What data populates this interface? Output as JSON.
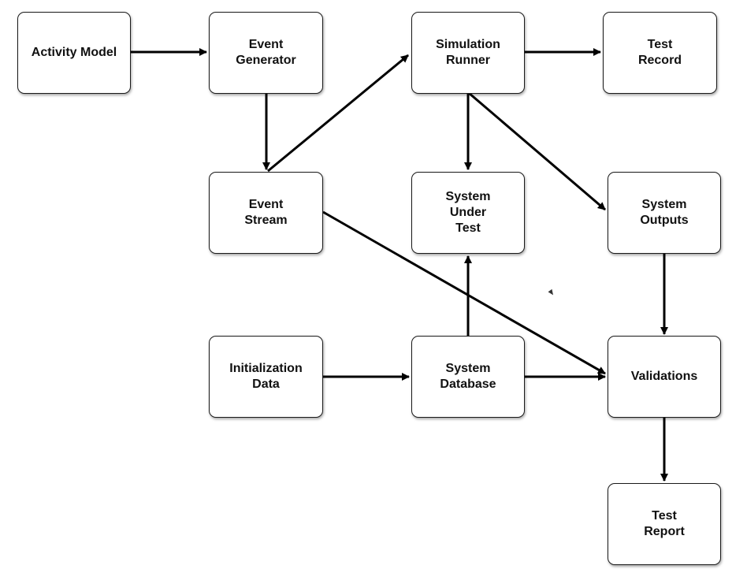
{
  "diagram": {
    "colors": {
      "stroke": "#000000",
      "node_border": "#1a1a1a",
      "node_fill": "#ffffff",
      "text": "#111111"
    },
    "nodes": {
      "activity_model": "Activity Model",
      "event_generator": "Event\nGenerator",
      "simulation_runner": "Simulation\nRunner",
      "test_record": "Test\nRecord",
      "event_stream": "Event\nStream",
      "system_under_test": "System\nUnder\nTest",
      "system_outputs": "System\nOutputs",
      "initialization_data": "Initialization\nData",
      "system_database": "System\nDatabase",
      "validations": "Validations",
      "test_report": "Test\nReport"
    },
    "edges": [
      {
        "from": "activity_model",
        "to": "event_generator"
      },
      {
        "from": "event_generator",
        "to": "event_stream"
      },
      {
        "from": "event_stream",
        "to": "simulation_runner"
      },
      {
        "from": "simulation_runner",
        "to": "test_record"
      },
      {
        "from": "simulation_runner",
        "to": "system_under_test"
      },
      {
        "from": "simulation_runner",
        "to": "system_outputs"
      },
      {
        "from": "event_stream",
        "to": "validations"
      },
      {
        "from": "system_database",
        "to": "system_under_test"
      },
      {
        "from": "initialization_data",
        "to": "system_database"
      },
      {
        "from": "system_database",
        "to": "validations"
      },
      {
        "from": "system_outputs",
        "to": "validations"
      },
      {
        "from": "validations",
        "to": "test_report"
      }
    ]
  }
}
